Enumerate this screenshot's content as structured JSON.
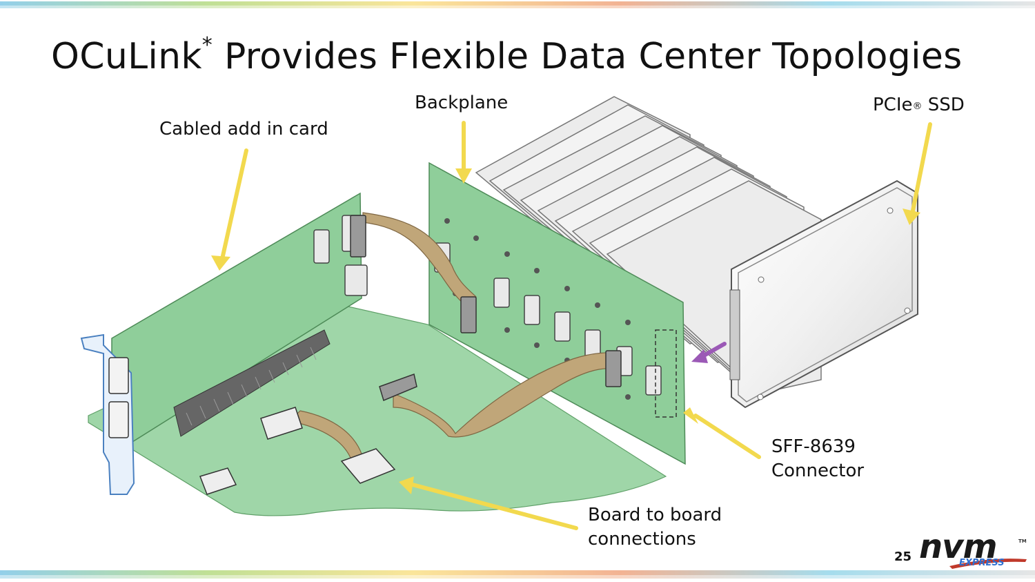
{
  "slide": {
    "title_main": "OCuLink",
    "title_sup": "*",
    "title_rest": " Provides Flexible Data Center Topologies",
    "page_number": "25"
  },
  "labels": {
    "cabled_add_in_card": "Cabled add in card",
    "backplane": "Backplane",
    "pcie_ssd_main": "PCIe",
    "pcie_ssd_sup": "®",
    "pcie_ssd_rest": " SSD",
    "sff_line1": "SFF-8639",
    "sff_line2": "Connector",
    "b2b_line1": "Board to board",
    "b2b_line2": "connections"
  },
  "logo": {
    "text": "nvm",
    "subtext": "EXPRESS",
    "tm": "TM"
  },
  "colors": {
    "pcb_green": "#8fce9a",
    "pcb_green_light": "#a9d9b0",
    "callout_arrow": "#f2d94e",
    "insert_arrow": "#9b59b6",
    "cable": "#b69a6c",
    "ssd": "#eeeeee"
  }
}
